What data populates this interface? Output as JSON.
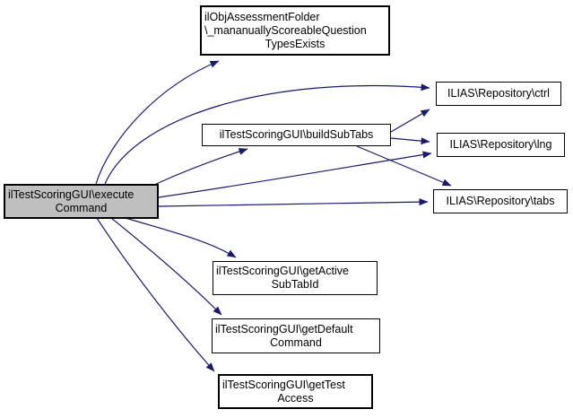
{
  "diagram": {
    "type": "call-graph",
    "background_color": "#ffffff",
    "edge_color": "#191970",
    "node_border_color": "#000000",
    "node_fill_color": "#ffffff",
    "highlight_fill_color": "#bfbfbf",
    "nodes": [
      {
        "id": "executeCommand",
        "label": "ilTestScoringGUI\\executeCommand",
        "highlighted": true,
        "lines": [
          "ilTestScoringGUI\\execute",
          "Command"
        ]
      },
      {
        "id": "mananuallyScoreableQuestionTypesExists",
        "label": "ilObjAssessmentFolder\\_mananuallyScoreableQuestionTypesExists",
        "highlighted": false,
        "lines": [
          "ilObjAssessmentFolder",
          "\\_mananuallyScoreableQuestion",
          "TypesExists"
        ]
      },
      {
        "id": "buildSubTabs",
        "label": "ilTestScoringGUI\\buildSubTabs",
        "highlighted": false,
        "lines": [
          "ilTestScoringGUI\\buildSubTabs"
        ]
      },
      {
        "id": "ctrl",
        "label": "ILIAS\\Repository\\ctrl",
        "highlighted": false,
        "lines": [
          "ILIAS\\Repository\\ctrl"
        ]
      },
      {
        "id": "lng",
        "label": "ILIAS\\Repository\\lng",
        "highlighted": false,
        "lines": [
          "ILIAS\\Repository\\lng"
        ]
      },
      {
        "id": "tabs",
        "label": "ILIAS\\Repository\\tabs",
        "highlighted": false,
        "lines": [
          "ILIAS\\Repository\\tabs"
        ]
      },
      {
        "id": "getActiveSubTabId",
        "label": "ilTestScoringGUI\\getActiveSubTabId",
        "highlighted": false,
        "lines": [
          "ilTestScoringGUI\\getActive",
          "SubTabId"
        ]
      },
      {
        "id": "getDefaultCommand",
        "label": "ilTestScoringGUI\\getDefaultCommand",
        "highlighted": false,
        "lines": [
          "ilTestScoringGUI\\getDefault",
          "Command"
        ]
      },
      {
        "id": "getTestAccess",
        "label": "ilTestScoringGUI\\getTestAccess",
        "highlighted": false,
        "lines": [
          "ilTestScoringGUI\\getTest",
          "Access"
        ]
      }
    ],
    "edges": [
      {
        "from": "executeCommand",
        "to": "mananuallyScoreableQuestionTypesExists"
      },
      {
        "from": "executeCommand",
        "to": "ctrl"
      },
      {
        "from": "executeCommand",
        "to": "buildSubTabs"
      },
      {
        "from": "executeCommand",
        "to": "lng"
      },
      {
        "from": "executeCommand",
        "to": "tabs"
      },
      {
        "from": "executeCommand",
        "to": "getActiveSubTabId"
      },
      {
        "from": "executeCommand",
        "to": "getDefaultCommand"
      },
      {
        "from": "executeCommand",
        "to": "getTestAccess"
      },
      {
        "from": "buildSubTabs",
        "to": "ctrl"
      },
      {
        "from": "buildSubTabs",
        "to": "lng"
      },
      {
        "from": "buildSubTabs",
        "to": "tabs"
      }
    ]
  }
}
